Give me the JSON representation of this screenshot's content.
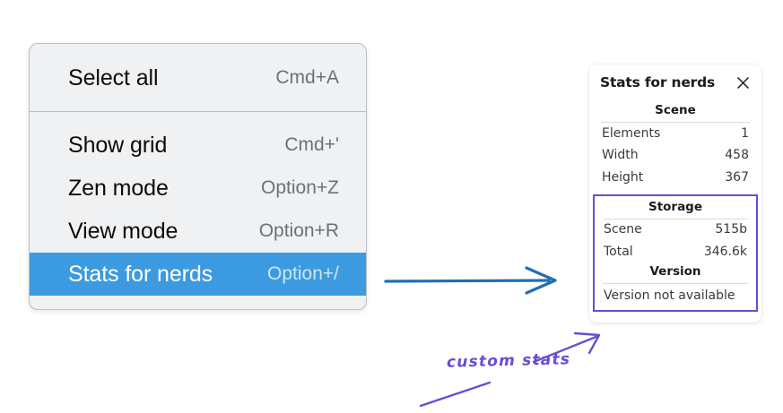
{
  "context_menu": {
    "groups": [
      {
        "items": [
          {
            "label": "Select all",
            "shortcut": "Cmd+A",
            "selected": false
          }
        ]
      },
      {
        "items": [
          {
            "label": "Show grid",
            "shortcut": "Cmd+'",
            "selected": false
          },
          {
            "label": "Zen mode",
            "shortcut": "Option+Z",
            "selected": false
          },
          {
            "label": "View mode",
            "shortcut": "Option+R",
            "selected": false
          },
          {
            "label": "Stats for nerds",
            "shortcut": "Option+/",
            "selected": true
          }
        ]
      }
    ],
    "selected_background": "#3c9ae0"
  },
  "stats_panel": {
    "title": "Stats for nerds",
    "close_icon": "close-icon",
    "scene": {
      "heading": "Scene",
      "rows": [
        {
          "key": "Elements",
          "value": "1"
        },
        {
          "key": "Width",
          "value": "458"
        },
        {
          "key": "Height",
          "value": "367"
        }
      ]
    },
    "storage": {
      "heading": "Storage",
      "rows": [
        {
          "key": "Scene",
          "value": "515b"
        },
        {
          "key": "Total",
          "value": "346.6k"
        }
      ]
    },
    "version": {
      "heading": "Version",
      "text": "Version not available"
    },
    "highlight_color": "#6a4cd6"
  },
  "annotations": {
    "handwritten_note": "custom stats",
    "blue_arrow_color": "#1f6eb5",
    "purple_arrow_color": "#6a4cd6"
  }
}
